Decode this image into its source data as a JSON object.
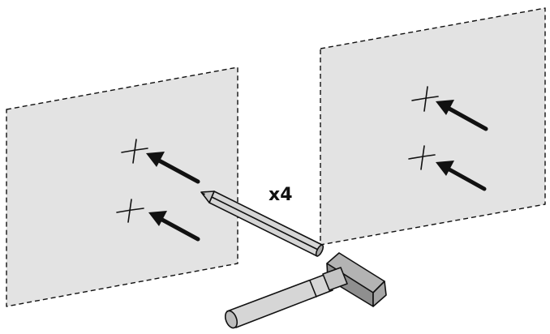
{
  "diagram": {
    "multiplier_label": "x4",
    "colors": {
      "panel_fill": "#e3e3e3",
      "ink": "#111111",
      "tool_fill": "#d6d6d6",
      "tool_shade": "#a9a9a9",
      "hammer_head": "#9a9a9a"
    },
    "panels": [
      {
        "name": "left-wall-panel",
        "marks": 2
      },
      {
        "name": "right-wall-panel",
        "marks": 2
      }
    ],
    "tools": [
      "pencil-icon",
      "hammer-icon"
    ]
  }
}
